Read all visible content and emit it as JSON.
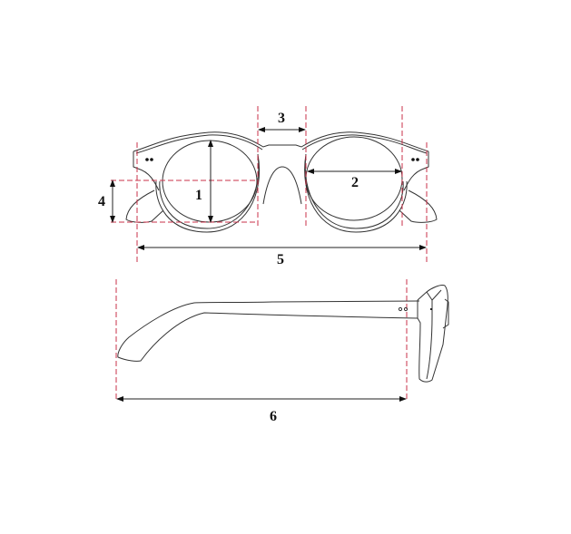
{
  "diagram": {
    "labels": {
      "lens_height": "1",
      "lens_width": "2",
      "bridge_width": "3",
      "lens_depth": "4",
      "frame_width": "5",
      "temple_length": "6"
    },
    "colors": {
      "guide": "#c8324a",
      "line": "#333333"
    }
  }
}
